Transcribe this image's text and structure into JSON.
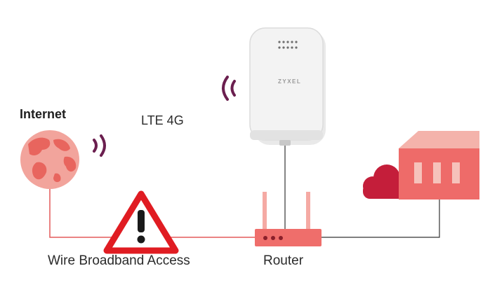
{
  "labels": {
    "internet": "Internet",
    "lte": "LTE 4G",
    "wire": "Wire Broadband Access",
    "router": "Router",
    "device_brand": "ZYXEL"
  },
  "icons": {
    "globe": "globe-icon",
    "signal": "wifi-signal-icon",
    "warning": "warning-triangle-icon",
    "router": "router-icon",
    "lte_device": "lte-outdoor-router-icon",
    "building": "building-icon",
    "cloud": "cloud-icon"
  },
  "colors": {
    "line": "#e45a5a",
    "router": "#ef6e6b",
    "router_antenna": "#f5aaa4",
    "globe": "#f2a49c",
    "globe_land": "#e8655e",
    "signal": "#6b1f4f",
    "warning": "#e01c22",
    "building": "#ee6b69",
    "building_top": "#f4b3ab",
    "cloud": "#c41e3a"
  }
}
